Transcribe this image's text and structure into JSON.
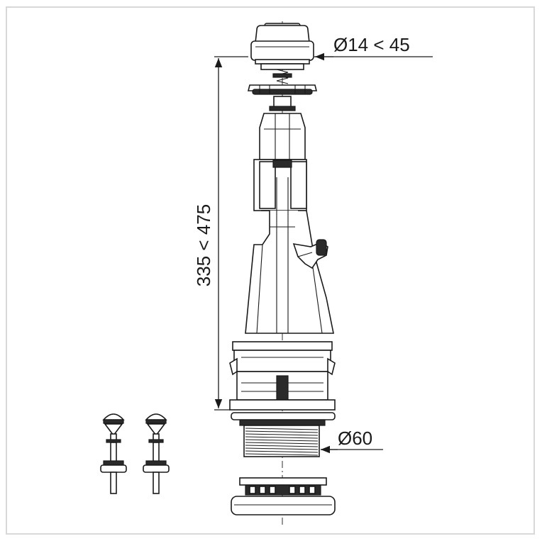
{
  "dimensions": {
    "top_diameter": "Ø14 < 45",
    "height_range": "335 < 475",
    "base_diameter": "Ø60"
  },
  "colors": {
    "line": "#1a1a1a",
    "frame": "#d8d8d8",
    "background": "#ffffff"
  }
}
